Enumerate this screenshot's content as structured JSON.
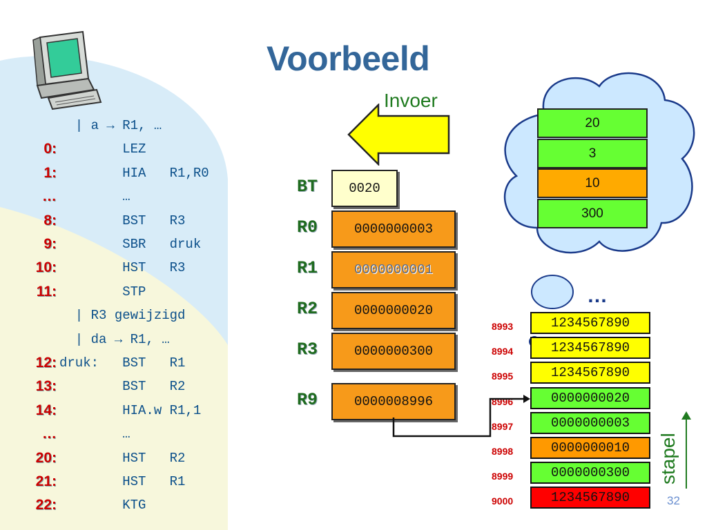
{
  "title": "Voorbeeld",
  "invoer_label": "Invoer",
  "stapel_label": "stapel",
  "page_number": "32",
  "ellipsis_cloud": "…",
  "colors": {
    "title": "#336699",
    "register": "#f79a1a",
    "bt": "#ffffcc",
    "yellow": "#ffff00",
    "green": "#66ff33",
    "red": "#ff0000",
    "label": "#cc0000"
  },
  "code_lines": [
    {
      "label": "",
      "text": "  | a → R1, …"
    },
    {
      "label": "0:",
      "text": "        LEZ"
    },
    {
      "label": "1:",
      "text": "        HIA   R1,R0"
    },
    {
      "label": "…",
      "text": "        …"
    },
    {
      "label": "8:",
      "text": "        BST   R3"
    },
    {
      "label": "9:",
      "text": "        SBR   druk"
    },
    {
      "label": "10:",
      "text": "        HST   R3"
    },
    {
      "label": "11:",
      "text": "        STP"
    },
    {
      "label": "",
      "text": "  | R3 gewijzigd"
    },
    {
      "label": "",
      "text": "  | da → R1, …"
    },
    {
      "label": "12:",
      "text": "druk:   BST   R1"
    },
    {
      "label": "13:",
      "text": "        BST   R2"
    },
    {
      "label": "14:",
      "text": "        HIA.w R1,1"
    },
    {
      "label": "…",
      "text": "        …"
    },
    {
      "label": "20:",
      "text": "        HST   R2"
    },
    {
      "label": "21:",
      "text": "        HST   R1"
    },
    {
      "label": "22:",
      "text": "        KTG"
    }
  ],
  "registers": [
    {
      "name": "BT",
      "value": "0020"
    },
    {
      "name": "R0",
      "value": "0000000003"
    },
    {
      "name": "R1",
      "value": "0000000001"
    },
    {
      "name": "R2",
      "value": "0000000020"
    },
    {
      "name": "R3",
      "value": "0000000300"
    },
    {
      "name": "R9",
      "value": "0000008996"
    }
  ],
  "input_queue": [
    "20",
    "3",
    "10",
    "300"
  ],
  "memory_ellipsis": "…",
  "memory": [
    {
      "addr": "8993",
      "value": "1234567890"
    },
    {
      "addr": "8994",
      "value": "1234567890"
    },
    {
      "addr": "8995",
      "value": "1234567890"
    },
    {
      "addr": "8996",
      "value": "0000000020"
    },
    {
      "addr": "8997",
      "value": "0000000003"
    },
    {
      "addr": "8998",
      "value": "0000000010"
    },
    {
      "addr": "8999",
      "value": "0000000300"
    },
    {
      "addr": "9000",
      "value": "1234567890"
    }
  ]
}
